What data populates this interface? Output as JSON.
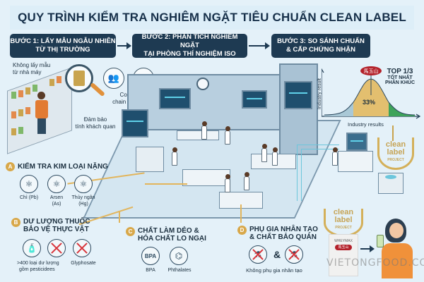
{
  "title": "QUY TRÌNH KIỂM TRA NGHIÊM NGẶT TIÊU CHUẨN CLEAN LABEL",
  "steps": [
    {
      "line1": "BƯỚC 1: LẤY MẪU NGẪU NHIÊN",
      "line2": "TỪ THỊ TRƯỜNG"
    },
    {
      "line1": "BƯỚC 2: PHÂN TÍCH NGHIÊM NGẶT",
      "line2": "TẠI PHÒNG THÍ NGHIỆM ISO"
    },
    {
      "line1": "BƯỚC 3: SO SÁNH CHUẨN",
      "line2": "& CẤP CHỨNG NHẬN"
    }
  ],
  "sampling": {
    "note1_line1": "Không lấy mẫu",
    "note1_line2": "từ nhà máy",
    "custody_line1": "Consumer",
    "custody_line2": "chain of custody",
    "objective_line1": "Đảm bảo",
    "objective_line2": "tính khách quan",
    "icons": [
      "product-bag-icon",
      "magnifier-icon",
      "consumer-icon",
      "transfer-consumer-icon"
    ]
  },
  "sections": {
    "a": {
      "badge": "A",
      "title": "KIỂM TRA KIM LOẠI NẶNG",
      "items": [
        {
          "icon": "atom-icon",
          "line1": "Chì (Pb)",
          "line2": ""
        },
        {
          "icon": "atom-icon",
          "line1": "Arsen",
          "line2": "(As)"
        },
        {
          "icon": "atom-icon",
          "line1": "Thủy ngân",
          "line2": "(Hg)"
        }
      ]
    },
    "b": {
      "badge": "B",
      "title_line1": "DƯ LƯỢNG THUỐC",
      "title_line2": "BẢO VỆ THỰC VẬT",
      "items_caption_line1": ">400 loại dư lượng",
      "items_caption_line2": "gồm pesticidees",
      "glyphosate": "Glyphosate",
      "icons": [
        "pesticide-bottle-icon",
        "banned-spray-icon",
        "banned-plant-icon"
      ]
    },
    "c": {
      "badge": "C",
      "title_line1": "CHẤT LÀM DẺO &",
      "title_line2": "HÓA CHẤT LO NGẠI",
      "bpa_icon_text": "BPA",
      "items": [
        "BPA",
        "Phthalates"
      ]
    },
    "d": {
      "badge": "D",
      "title_line1": "PHỤ GIA NHÂN TẠO",
      "title_line2": "& CHẤT BẢO QUẢN",
      "ampersand": "&",
      "caption": "Không phụ gia nhân tạo"
    }
  },
  "chart_data": {
    "type": "area",
    "title": "",
    "xlabel": "Industry results",
    "ylabel": "Industry result",
    "description": "Bell curve of industry results with middle segment highlighted",
    "segments": [
      {
        "name": "lower",
        "color": "#a9c8d6"
      },
      {
        "name": "middle",
        "color": "#e3bf6f",
        "label": "33%"
      },
      {
        "name": "top",
        "color": "#3ea35a"
      }
    ],
    "annotation": {
      "line1": "TOP 1/3",
      "line2": "TỐT NHẤT",
      "line3": "PHÂN KHÚC"
    },
    "brand_badge": "馬玉山"
  },
  "certification": {
    "logo_line1": "clean",
    "logo_line2": "label",
    "logo_line3": "PROJECT"
  },
  "product": {
    "brand": "馬玉山",
    "name": "WHEYMAX"
  },
  "watermark": "VIETONGFOOD.COM",
  "colors": {
    "background": "#e4f1f9",
    "step_bg": "#1e3a52",
    "badge": "#d8a84a",
    "wire": "#e2b55c",
    "accent_cyan": "#6cc6dc"
  }
}
